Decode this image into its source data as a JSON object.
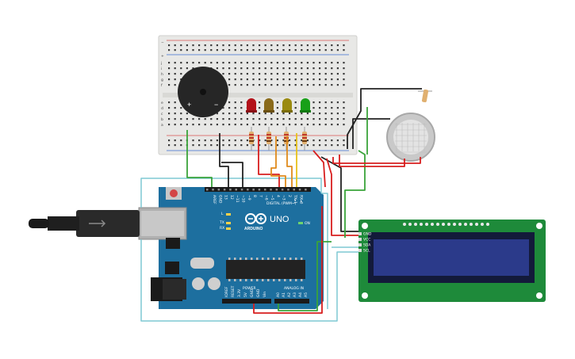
{
  "board": {
    "brand": "ARDUINO",
    "model": "UNO",
    "on_label": "ON",
    "digital_label": "DIGITAL (PWM~)",
    "analog_label": "ANALOG IN",
    "power_label": "POWER",
    "tx_label": "TX",
    "rx_label": "RX",
    "l_label": "L",
    "aref_label": "AREF",
    "gnd_label": "GND",
    "digital_pins": [
      "13",
      "12",
      "~11",
      "~10",
      "~9",
      "8",
      "7",
      "~6",
      "~5",
      "4",
      "~3",
      "2",
      "TX▸1",
      "RX◂0"
    ],
    "power_pins": [
      "IOREF",
      "RESET",
      "3.3V",
      "5V",
      "GND",
      "GND",
      "Vin"
    ],
    "analog_pins": [
      "A0",
      "A1",
      "A2",
      "A3",
      "A4",
      "A5"
    ]
  },
  "lcd": {
    "pins": [
      "GND",
      "VCC",
      "SDA",
      "SCL"
    ]
  },
  "breadboard": {
    "rows_left": [
      "j",
      "i",
      "h",
      "g",
      "f"
    ],
    "rows_right": [
      "e",
      "d",
      "c",
      "b",
      "a"
    ],
    "plus": "+",
    "minus": "−"
  },
  "buzzer": {
    "plus": "+",
    "minus": "−"
  },
  "leds": [
    {
      "name": "red-led",
      "color": "#b3121a"
    },
    {
      "name": "orange-led",
      "color": "#8a6a1a"
    },
    {
      "name": "yellow-led",
      "color": "#9a8a10"
    },
    {
      "name": "green-led",
      "color": "#18a018"
    }
  ],
  "colors": {
    "board": "#1d6f9f",
    "wire_red": "#d81e1e",
    "wire_black": "#222222",
    "wire_green": "#3aa43a",
    "wire_orange": "#e08a1c",
    "wire_yellow": "#e8c21a",
    "wire_teal": "#7fc8d4",
    "lcd_pcb": "#1e8a3a",
    "lcd_screen": "#2b3a8a"
  }
}
